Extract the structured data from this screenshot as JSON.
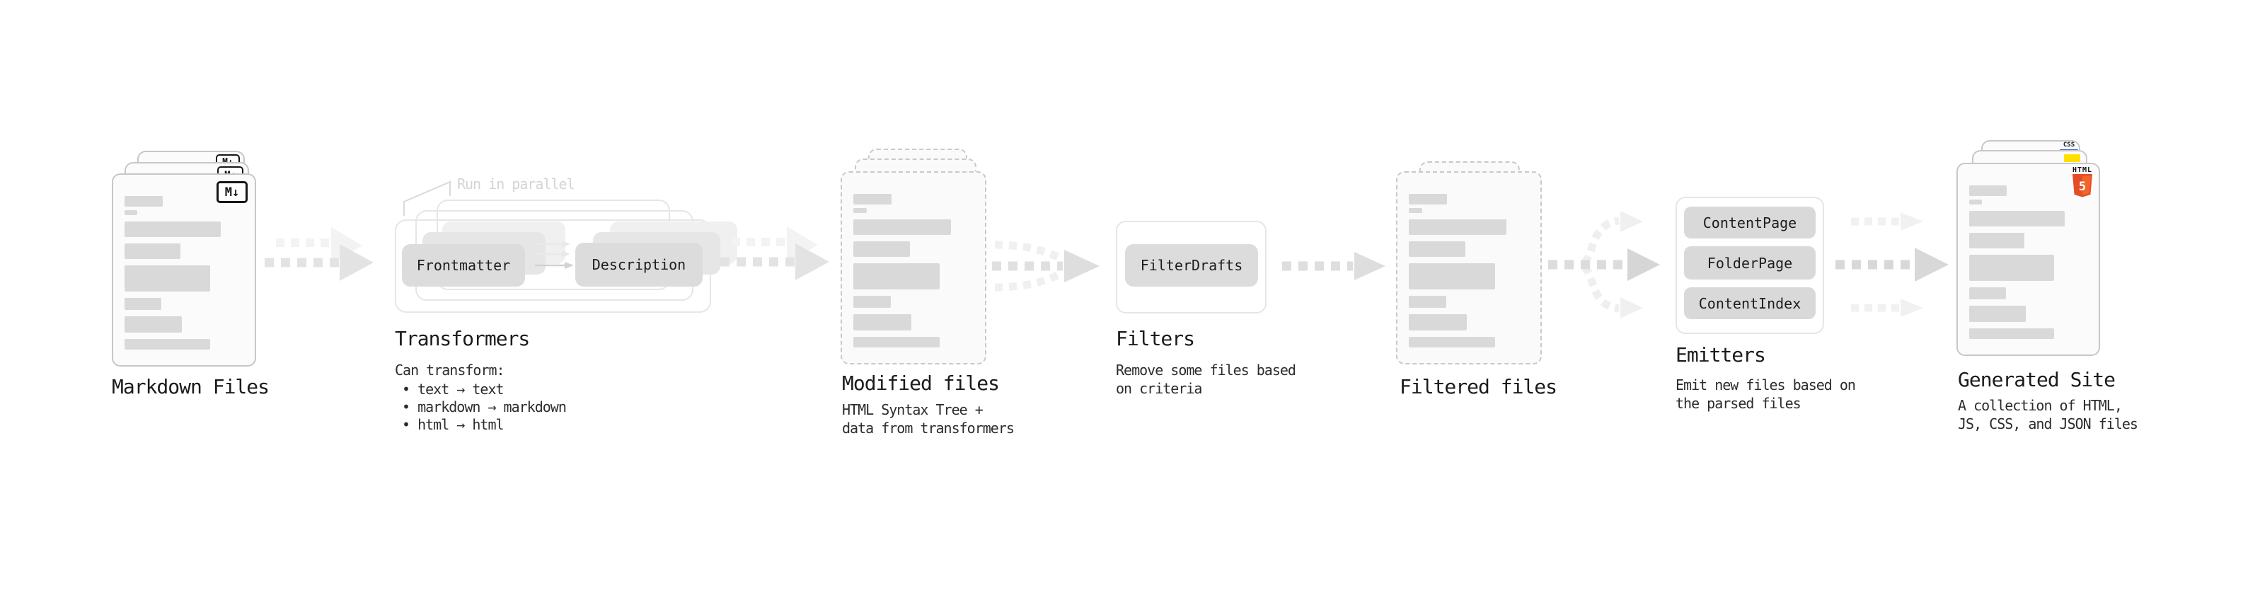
{
  "diagram": {
    "markdown_files": {
      "label": "Markdown Files",
      "badge": "M↓"
    },
    "transformers": {
      "annotation": "Run in parallel",
      "frontmatter_box": "Frontmatter",
      "description_box": "Description",
      "title": "Transformers",
      "list_heading": "Can transform:",
      "list_items": [
        "• text → text",
        "• markdown → markdown",
        "• html → html"
      ]
    },
    "modified_files": {
      "title": "Modified files",
      "subtitle": "HTML Syntax Tree +\ndata from transformers"
    },
    "filters": {
      "box": "FilterDrafts",
      "title": "Filters",
      "subtitle": "Remove some files based\non criteria"
    },
    "filtered_files": {
      "title": "Filtered files"
    },
    "emitters": {
      "boxes": [
        "ContentPage",
        "FolderPage",
        "ContentIndex"
      ],
      "title": "Emitters",
      "subtitle": "Emit new files based on\nthe parsed files"
    },
    "generated_site": {
      "title": "Generated Site",
      "subtitle": "A collection of HTML,\nJS, CSS, and JSON files",
      "html5_label": "HTML",
      "html5_numeral": "5",
      "css_badge": "CSS"
    }
  },
  "colors": {
    "html5_orange": "#e44d26",
    "html5_orange_light": "#f16529",
    "js_yellow": "#ffe001",
    "css_blue": "#2c5ce5",
    "skeleton_bar": "#d9d9d9"
  }
}
